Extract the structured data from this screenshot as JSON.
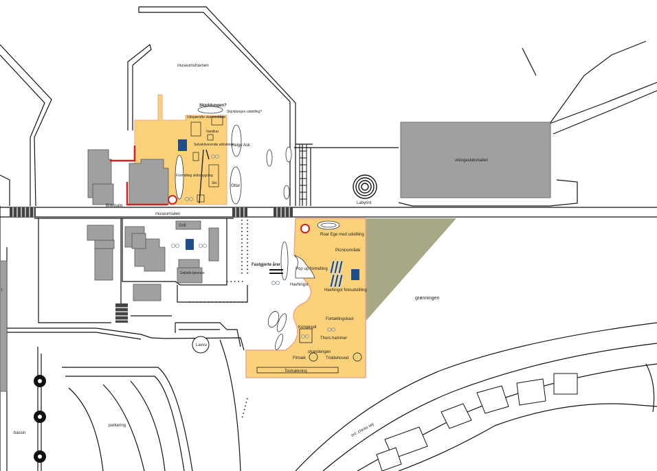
{
  "map": {
    "labels": {
      "museumshavnen": "museumshavnen",
      "skjoldungen": "Skjoldungen?",
      "skjoldungen_udstilling": "Skjoldungen udstilling?",
      "udspaendte": "Udspændte stammebåde",
      "vandkar": "Vandkar",
      "selvkoerende": "Selvskitverende aktiviteter",
      "helge_ask": "Helge Ask",
      "formidling": "Formidling skibsbygning",
      "skl": "Skl.",
      "ottar": "Ottar",
      "billetsalg": "Billetsalg",
      "museumsoeen": "museumsøen",
      "grill": "Grill",
      "sejlads": "Sejlads-tjeneste",
      "fastgjorte_aarer": "Fastgjorte årer",
      "roar_ege": "Roar Ege med udstilling",
      "picnic": "Picnicområde",
      "pop_up": "Pop up formidling",
      "havhingst": "Havhingst",
      "havhingst_foto": "Havhingst fotoudstilling",
      "groenningen": "grønningen",
      "fortaellingskast": "Fortællingskast",
      "kongespil": "Kongespil",
      "thors_hammer": "Thors hammer",
      "strandengen": "strandengen",
      "firtraek": "Firtræk",
      "troldehoved": "Troldehoved",
      "tovtraekning": "Tovtrækning",
      "lavvu": "Lavvu",
      "vikingeskibshallen": "vikingeskibshallen",
      "labyrint": "Labyrint",
      "parkering": "parkering",
      "bassin": "bassin",
      "sct_claras_vej": "sct. claras vej",
      "edge_t": "t"
    },
    "colors": {
      "event_area": "#fbd27a",
      "event_border": "#f0a58a",
      "building": "#a0a0a0",
      "green_wedge": "#a8a886",
      "info_box": "#1f4e8a",
      "red_line": "#d81f1f"
    },
    "icons": [
      "bicycle-icon",
      "info-board-icon",
      "no-entry-sign-icon",
      "tree-icon"
    ]
  }
}
